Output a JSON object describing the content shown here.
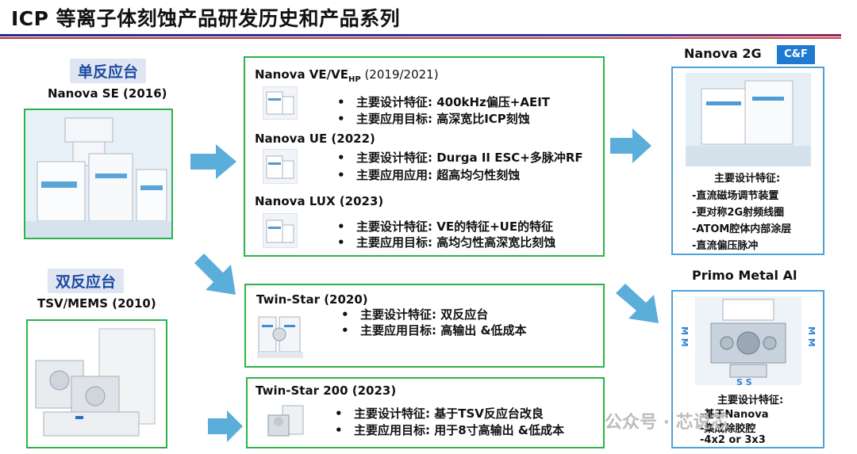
{
  "title": "ICP 等离子体刻蚀产品研发历史和产品系列",
  "left": {
    "single_badge": "单反应台",
    "single_model": "Nanova SE (2016)",
    "dual_badge": "双反应台",
    "dual_model": "TSV/MEMS (2010)"
  },
  "middle": {
    "items": [
      {
        "name_main": "Nanova VE/VE",
        "name_sub": "HP",
        "name_year": " (2019/2021)",
        "l1": "主要设计特征:  400kHz偏压+AEIT",
        "l2": "主要应用目标:  高深宽比ICP刻蚀"
      },
      {
        "name": "Nanova UE (2022)",
        "l1": "主要设计特征:  Durga II ESC+多脉冲RF",
        "l2": "主要应用应用:  超高均匀性刻蚀"
      },
      {
        "name": "Nanova LUX (2023)",
        "l1": "主要设计特征:  VE的特征+UE的特征",
        "l2": "主要应用目标:  高均匀性高深宽比刻蚀"
      }
    ],
    "twin": {
      "name": "Twin-Star (2020)",
      "l1": "主要设计特征:  双反应台",
      "l2": "主要应用目标:  高输出 &低成本"
    },
    "twin200": {
      "name": "Twin-Star 200 (2023)",
      "l1": "主要设计特征:  基于TSV反应台改良",
      "l2": "主要应用目标:  用于8寸高输出 &低成本"
    },
    "bullet": "•"
  },
  "right": {
    "nanova2g": "Nanova 2G",
    "cf": "C&F",
    "feat_title": "主要设计特征:",
    "feats": [
      "-直流磁场调节装置",
      "-更对称2G射频线圈",
      "-ATOM腔体内部涂层",
      "-直流偏压脉冲"
    ],
    "primo": "Primo Metal Al",
    "primo_feat_title": "主要设计特征:",
    "primo_feats": [
      "-基于Nanova",
      "-集成除胶腔",
      "-4x2 or 3x3"
    ],
    "mm_left": "M M",
    "mm_right": "M M",
    "ss": "S S"
  },
  "watermark": "公众号 · 芯说芯"
}
